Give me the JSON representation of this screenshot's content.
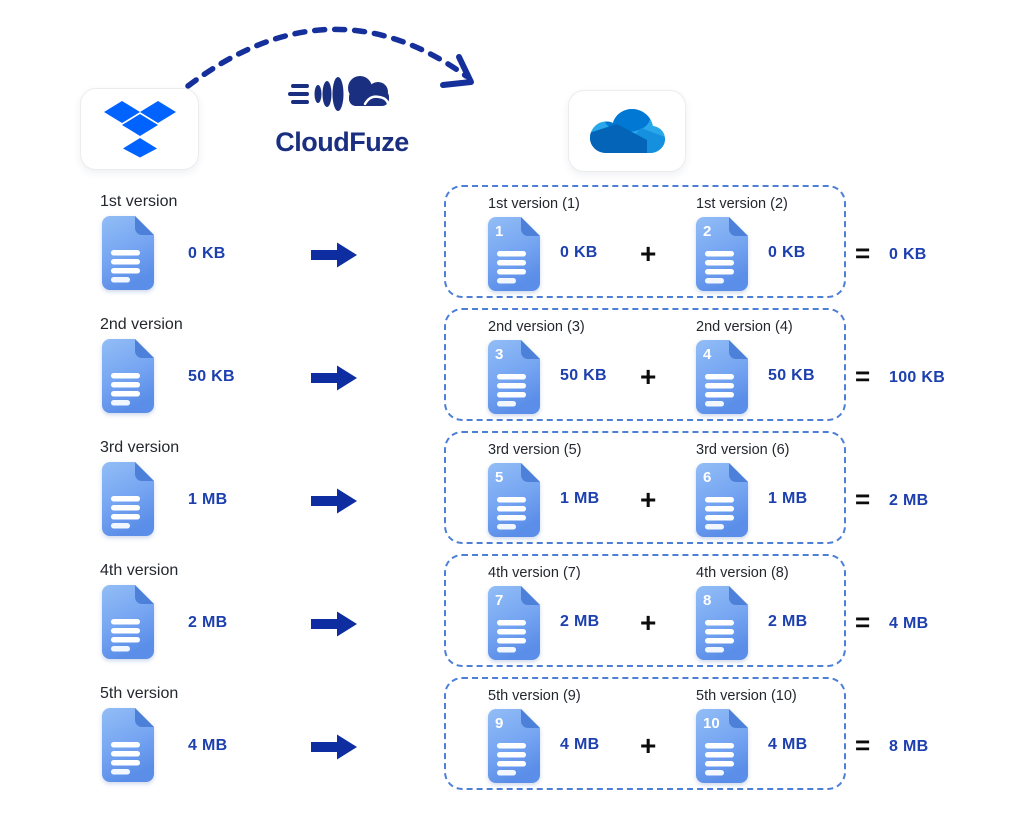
{
  "header": {
    "cloudfuze_wordmark": "CloudFuze"
  },
  "icons": {
    "source": "dropbox-logo",
    "migration_tool": "cloudfuze-speed-cloud-icon",
    "destination": "onedrive-cloud-logo",
    "flow_arrow": "dashed-curved-arrow",
    "row_arrow": "bold-right-arrow",
    "file": "document-icon"
  },
  "operators": {
    "plus": "+",
    "equals": "="
  },
  "rows": [
    {
      "source": {
        "label": "1st version",
        "size": "0 KB"
      },
      "copies": [
        {
          "label": "1st version (1)",
          "number": "1",
          "size": "0 KB"
        },
        {
          "label": "1st version (2)",
          "number": "2",
          "size": "0 KB"
        }
      ],
      "total": "0 KB"
    },
    {
      "source": {
        "label": "2nd version",
        "size": "50 KB"
      },
      "copies": [
        {
          "label": "2nd version (3)",
          "number": "3",
          "size": "50 KB"
        },
        {
          "label": "2nd version (4)",
          "number": "4",
          "size": "50 KB"
        }
      ],
      "total": "100 KB"
    },
    {
      "source": {
        "label": "3rd version",
        "size": "1 MB"
      },
      "copies": [
        {
          "label": "3rd version (5)",
          "number": "5",
          "size": "1 MB"
        },
        {
          "label": "3rd version (6)",
          "number": "6",
          "size": "1 MB"
        }
      ],
      "total": "2 MB"
    },
    {
      "source": {
        "label": "4th version",
        "size": "2 MB"
      },
      "copies": [
        {
          "label": "4th version (7)",
          "number": "7",
          "size": "2 MB"
        },
        {
          "label": "4th version (8)",
          "number": "8",
          "size": "2 MB"
        }
      ],
      "total": "4 MB"
    },
    {
      "source": {
        "label": "5th version",
        "size": "4 MB"
      },
      "copies": [
        {
          "label": "5th version (9)",
          "number": "9",
          "size": "4 MB"
        },
        {
          "label": "5th version (10)",
          "number": "10",
          "size": "4 MB"
        }
      ],
      "total": "8 MB"
    }
  ],
  "colors": {
    "size_text": "#1d40ae",
    "arrow_blue": "#0d2da1",
    "dashed_border": "#4d7fd6",
    "dropbox_blue": "#0062ff",
    "cloudfuze_navy": "#1b2f80",
    "onedrive_dark": "#0364b8",
    "onedrive_mid": "#0078d4",
    "onedrive_front": "#1490df",
    "onedrive_light": "#28a8ea",
    "doc_top": "#92bdf6",
    "doc_bottom": "#5b8ee8",
    "doc_fold": "#4d80d8",
    "label_text": "#23272e"
  }
}
